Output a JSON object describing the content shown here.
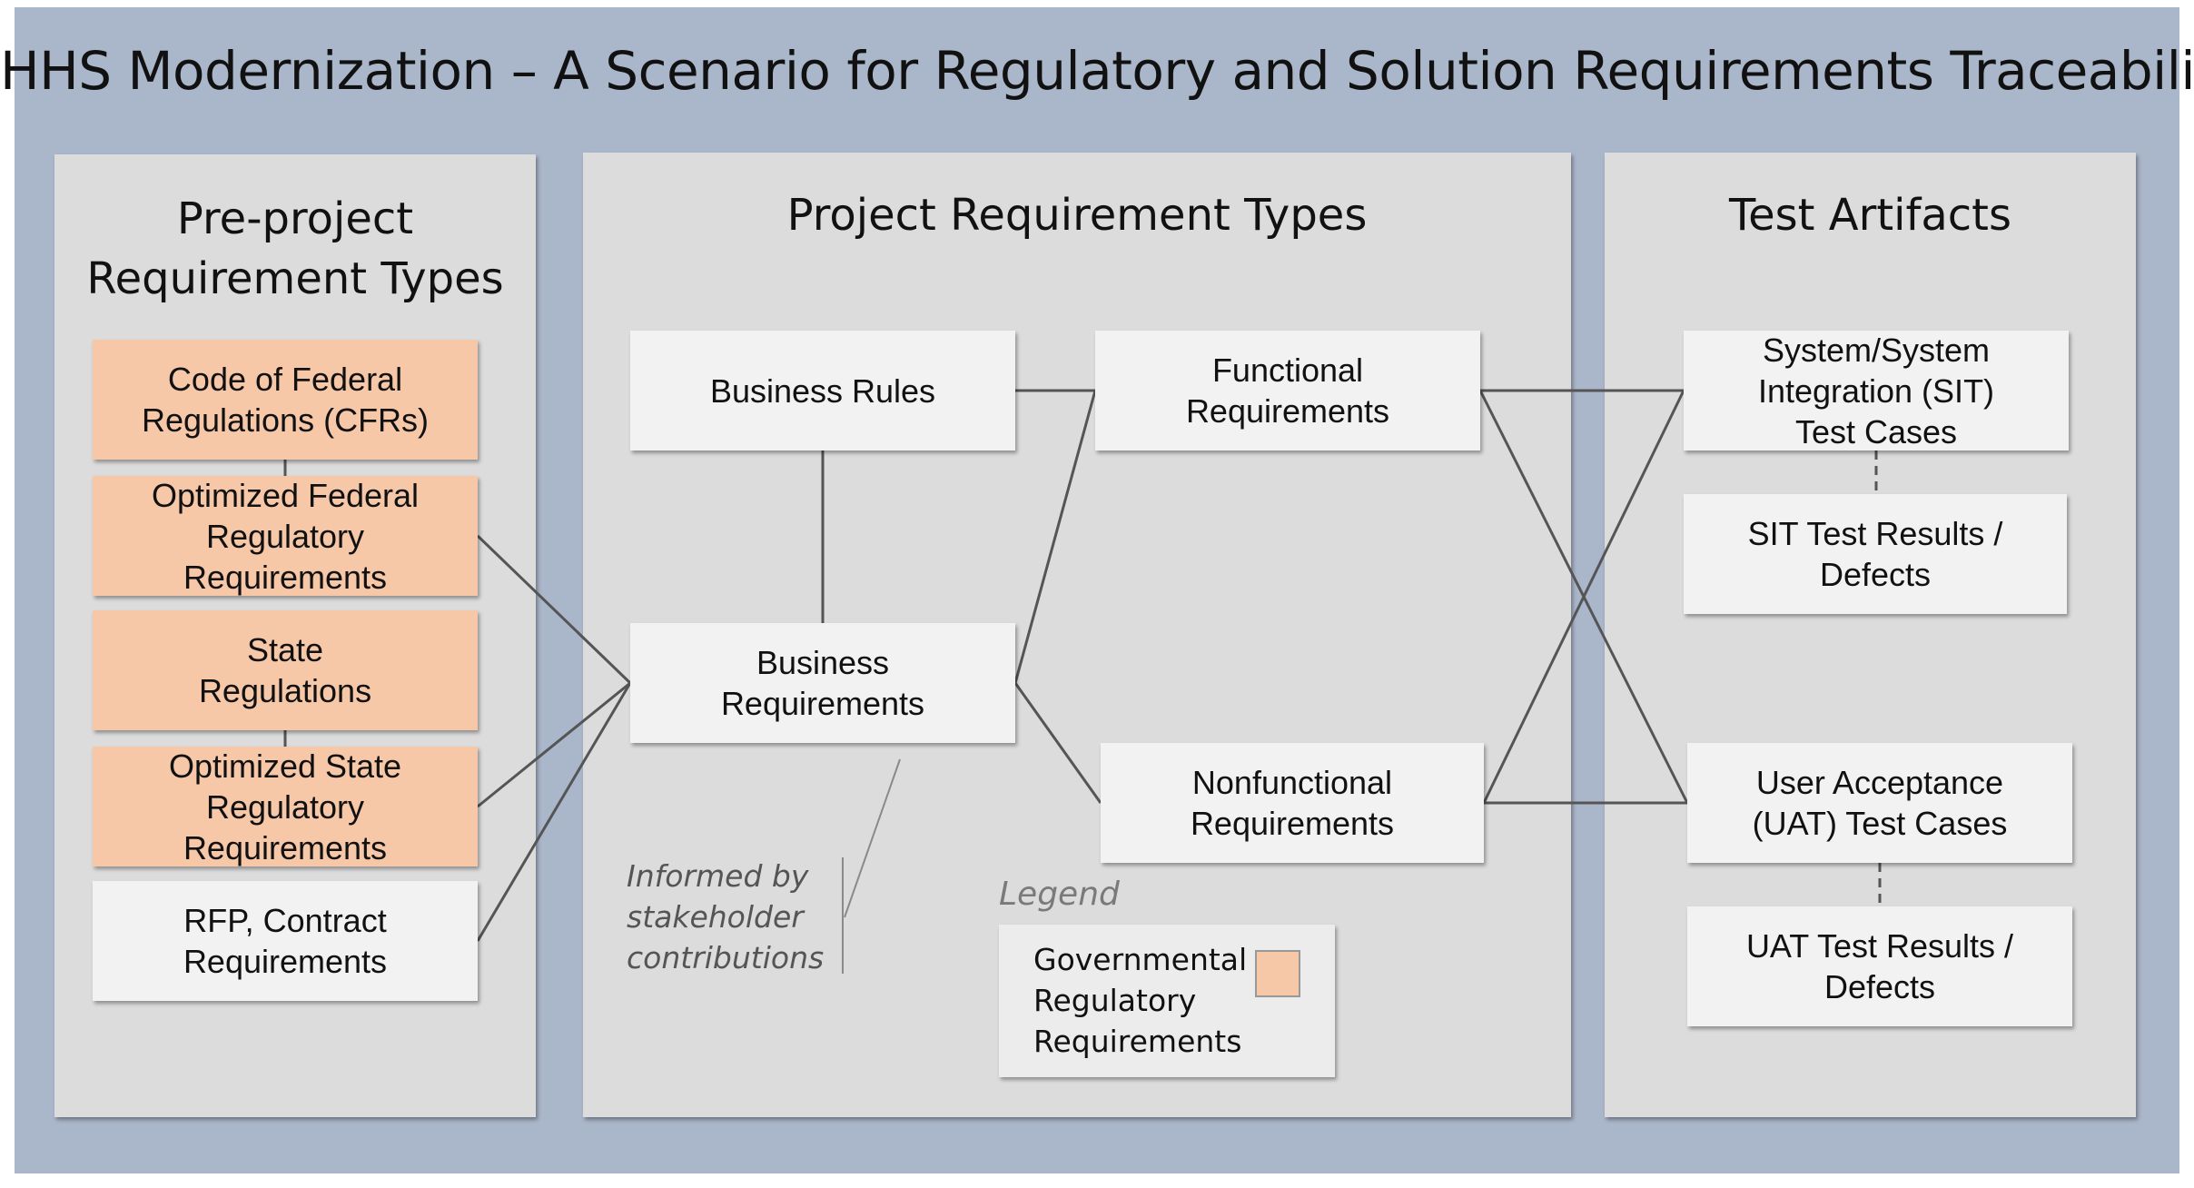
{
  "title": "HHS Modernization – A Scenario for Regulatory and Solution Requirements Traceability",
  "panels": {
    "pre_project": {
      "title": "Pre-project\nRequirement Types"
    },
    "project": {
      "title": "Project Requirement Types"
    },
    "test": {
      "title": "Test Artifacts"
    }
  },
  "nodes": {
    "cfr": "Code of Federal\nRegulations (CFRs)",
    "optimized_federal": "Optimized Federal\nRegulatory\nRequirements",
    "state_regulations": "State\nRegulations",
    "optimized_state": "Optimized State\nRegulatory\nRequirements",
    "rfp_contract": "RFP, Contract\nRequirements",
    "business_rules": "Business Rules",
    "business_requirements": "Business\nRequirements",
    "functional_requirements": "Functional\nRequirements",
    "nonfunctional_requirements": "Nonfunctional\nRequirements",
    "sit_test_cases": "System/System\nIntegration (SIT)\nTest Cases",
    "sit_results": "SIT Test Results /\nDefects",
    "uat_test_cases": "User Acceptance\n(UAT) Test Cases",
    "uat_results": "UAT Test Results /\nDefects"
  },
  "annotation": "Informed by\nstakeholder\ncontributions",
  "legend": {
    "title": "Legend",
    "label": "Governmental\nRegulatory\nRequirements",
    "swatch_color": "#f7c8a8"
  },
  "colors": {
    "background": "#aab6c9",
    "panel": "#dcdcdc",
    "governmental_box": "#f7c8a8",
    "standard_box": "#f2f2f2",
    "connector": "#555555"
  }
}
